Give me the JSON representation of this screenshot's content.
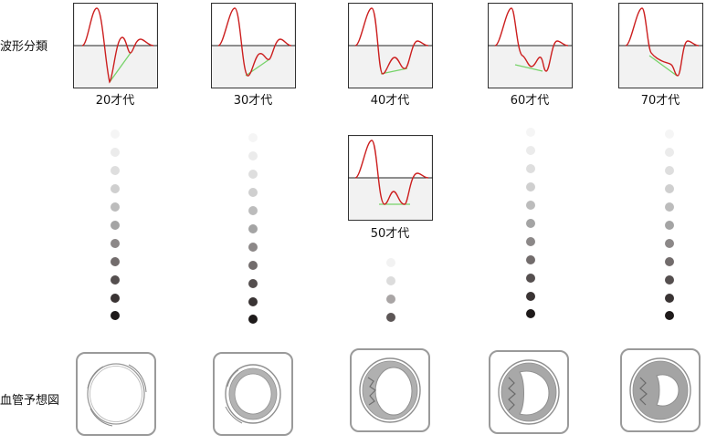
{
  "labels": {
    "waveform_classification": "波形分類",
    "vessel_prediction": "血管予想図"
  },
  "ages": [
    "20才代",
    "30才代",
    "40才代",
    "50才代",
    "60才代",
    "70才代"
  ],
  "colors": {
    "wave": "#cc1f1f",
    "trend": "#77d36a",
    "frame": "#333333",
    "vessel_frame": "#9a9a9a",
    "plaque": "#a8a8a8"
  }
}
